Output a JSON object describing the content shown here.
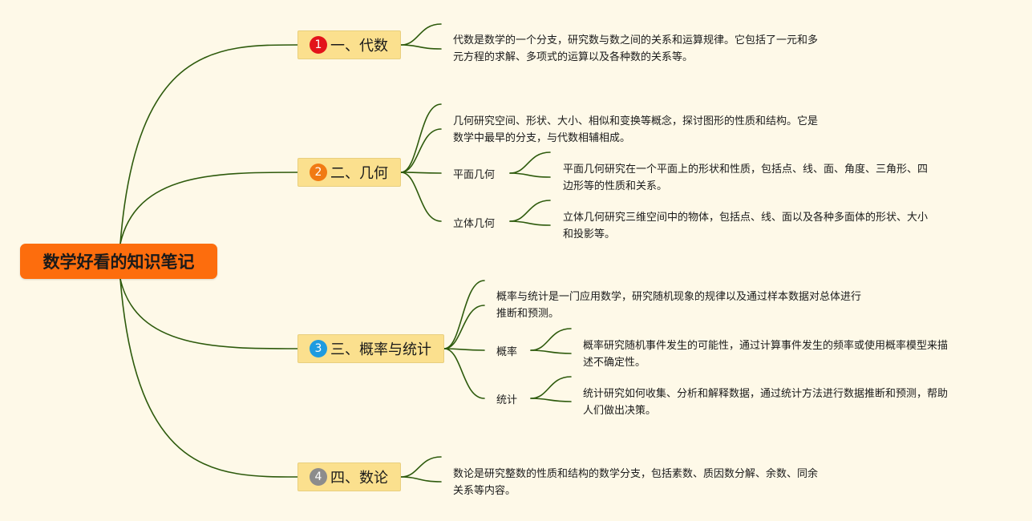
{
  "root": {
    "title": "数学好看的知识笔记"
  },
  "colors": {
    "background": "#fef9e8",
    "root_fill": "#fd6d0d",
    "branch_fill": "#fbe08e",
    "line": "#2d5a0c",
    "badge_1": "#e3131a",
    "badge_2": "#f17a13",
    "badge_3": "#1e9be0",
    "badge_4": "#8c8c8c"
  },
  "branches": [
    {
      "number": "1",
      "label": "一、代数",
      "description": "代数是数学的一个分支，研究数与数之间的关系和运算规律。它包括了一元和多\n元方程的求解、多项式的运算以及各种数的关系等。"
    },
    {
      "number": "2",
      "label": "二、几何",
      "description": "几何研究空间、形状、大小、相似和变换等概念，探讨图形的性质和结构。它是\n数学中最早的分支，与代数相辅相成。",
      "children": [
        {
          "label": "平面几何",
          "description": "平面几何研究在一个平面上的形状和性质，包括点、线、面、角度、三角形、四\n边形等的性质和关系。"
        },
        {
          "label": "立体几何",
          "description": "立体几何研究三维空间中的物体，包括点、线、面以及各种多面体的形状、大小\n和投影等。"
        }
      ]
    },
    {
      "number": "3",
      "label": "三、概率与统计",
      "description": "概率与统计是一门应用数学，研究随机现象的规律以及通过样本数据对总体进行\n推断和预测。",
      "children": [
        {
          "label": "概率",
          "description": "概率研究随机事件发生的可能性，通过计算事件发生的频率或使用概率模型来描\n述不确定性。"
        },
        {
          "label": "统计",
          "description": "统计研究如何收集、分析和解释数据，通过统计方法进行数据推断和预测，帮助\n人们做出决策。"
        }
      ]
    },
    {
      "number": "4",
      "label": "四、数论",
      "description": "数论是研究整数的性质和结构的数学分支，包括素数、质因数分解、余数、同余\n关系等内容。"
    }
  ]
}
